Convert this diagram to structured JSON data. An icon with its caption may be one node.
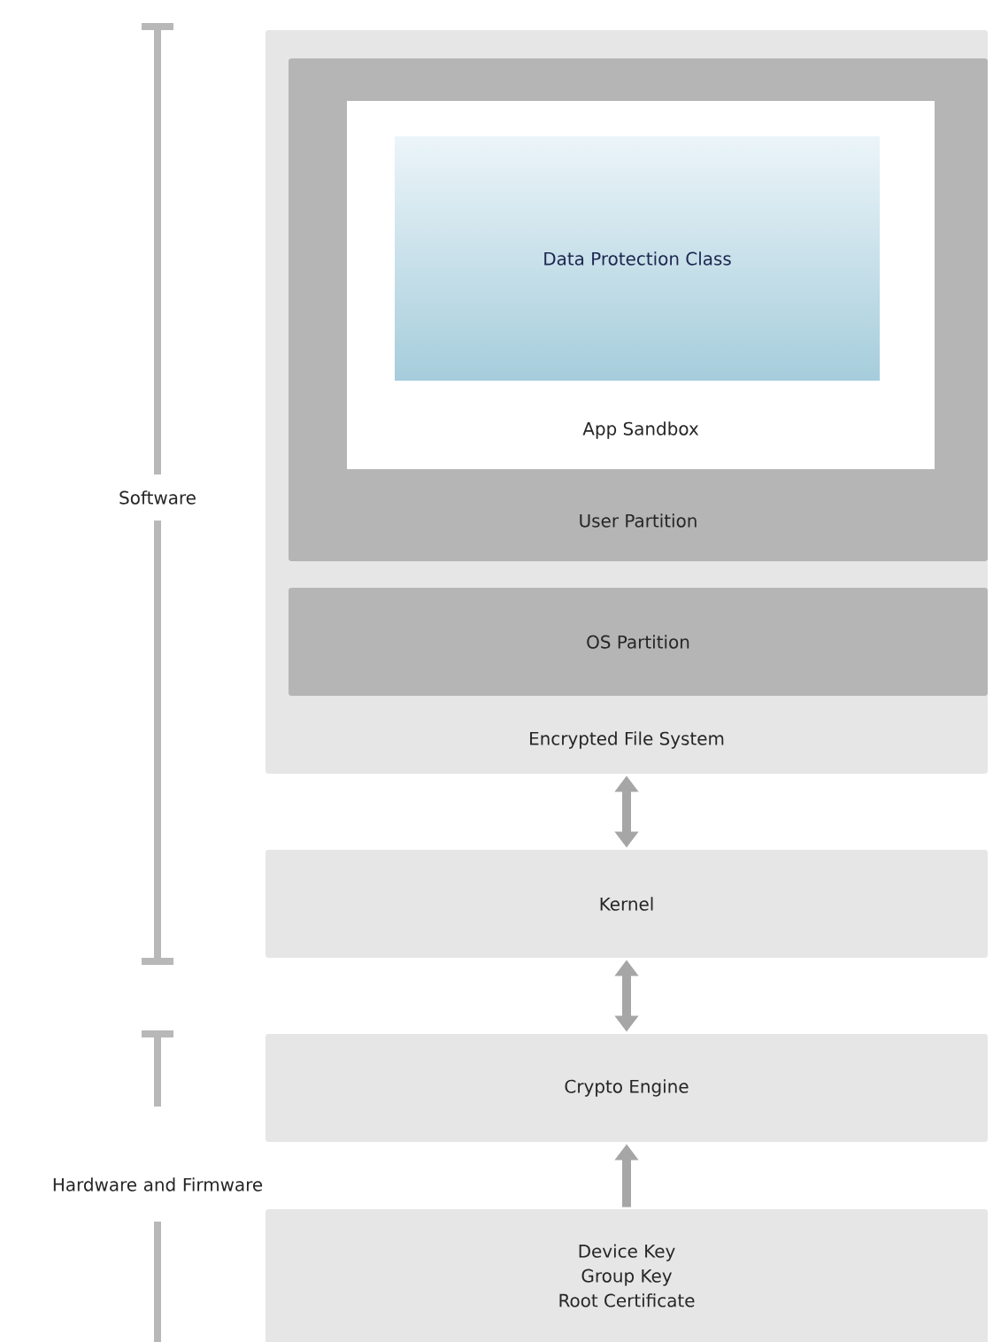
{
  "diagram": {
    "nodes": [
      {
        "text": [
          "Encrypted File System"
        ]
      },
      {
        "text": [
          "User Partition"
        ],
        "in": 0
      },
      {
        "text": [
          "App Sandbox"
        ],
        "in": 1
      },
      {
        "text": [
          "Data Protection Class"
        ],
        "in": 2
      },
      {
        "text": [
          "OS Partition"
        ],
        "in": 0
      },
      {
        "text": [
          "Kernel"
        ]
      },
      {
        "text": [
          "Crypto Engine"
        ]
      },
      {
        "text": [
          "Device Key",
          "Group Key",
          "Root Certificate"
        ]
      }
    ],
    "edges": [
      {
        "from": 0,
        "to": 5,
        "arrow": "both"
      },
      {
        "from": 5,
        "to": 6,
        "arrow": "both"
      },
      {
        "from": 7,
        "to": 6,
        "arrow": "to"
      }
    ],
    "labels": [
      "Software",
      "Hardware and Firmware"
    ]
  }
}
